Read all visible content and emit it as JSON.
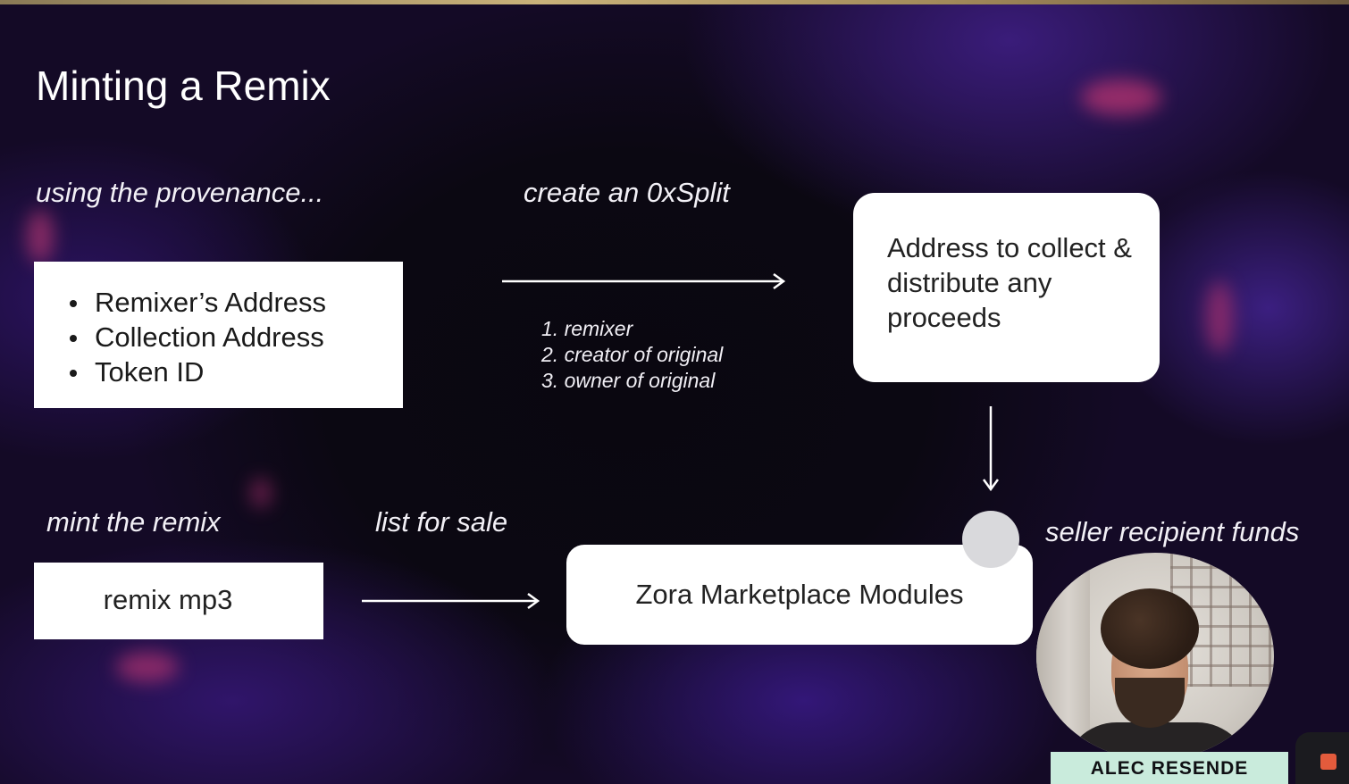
{
  "slide": {
    "title": "Minting a Remix",
    "captions": {
      "provenance": "using the provenance...",
      "split": "create an 0xSplit",
      "mint": "mint the remix",
      "list": "list for sale",
      "seller": "seller recipient funds"
    },
    "provenance_items": [
      "Remixer’s Address",
      "Collection Address",
      "Token ID"
    ],
    "split_recipients": [
      "1. remixer",
      "2. creator of original",
      "3. owner of original"
    ],
    "address_box": "Address to collect & distribute any proceeds",
    "mp3_box": "remix mp3",
    "zora_box": "Zora Marketplace Modules"
  },
  "presenter": {
    "name": "ALEC RESENDE"
  },
  "colors": {
    "name_tag_bg": "#c9ebdc",
    "record_indicator": "#e35b3c"
  }
}
